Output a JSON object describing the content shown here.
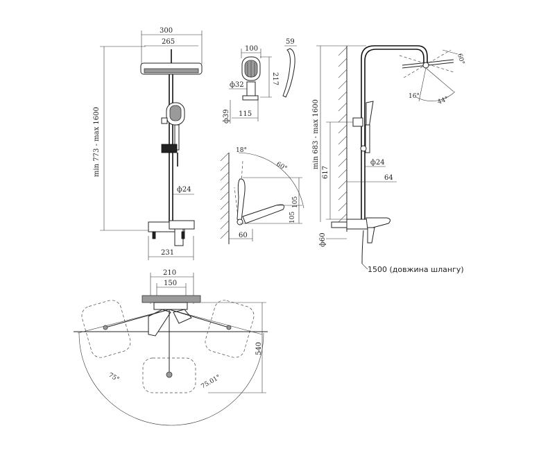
{
  "front_view": {
    "width_300": "300",
    "width_265": "265",
    "height_range": "min 773 - max 1600",
    "pipe_diameter": "ф24",
    "base_width": "231"
  },
  "hand_shower_detail": {
    "width_100": "100",
    "holder_diameter": "ф32",
    "height_217": "217",
    "diameter_39": "ф39",
    "width_115": "115",
    "depth_59": "59"
  },
  "angle_detail": {
    "angle_18": "18°",
    "angle_60": "60°",
    "dim_105a": "105",
    "dim_105b": "105",
    "dim_60": "60"
  },
  "side_view": {
    "height_range": "min 683 - max 1600",
    "angle_60": "60°",
    "angle_16": "16°",
    "angle_44": "44°",
    "dim_617": "617",
    "pipe_diameter": "ф24",
    "dim_64": "64",
    "diameter_60": "ф60",
    "hose_length": "1500 (довжина шлангу)"
  },
  "top_view": {
    "width_210": "210",
    "width_150": "150",
    "depth_540": "540",
    "angle_75": "75°",
    "angle_75_01": "75.01°"
  }
}
